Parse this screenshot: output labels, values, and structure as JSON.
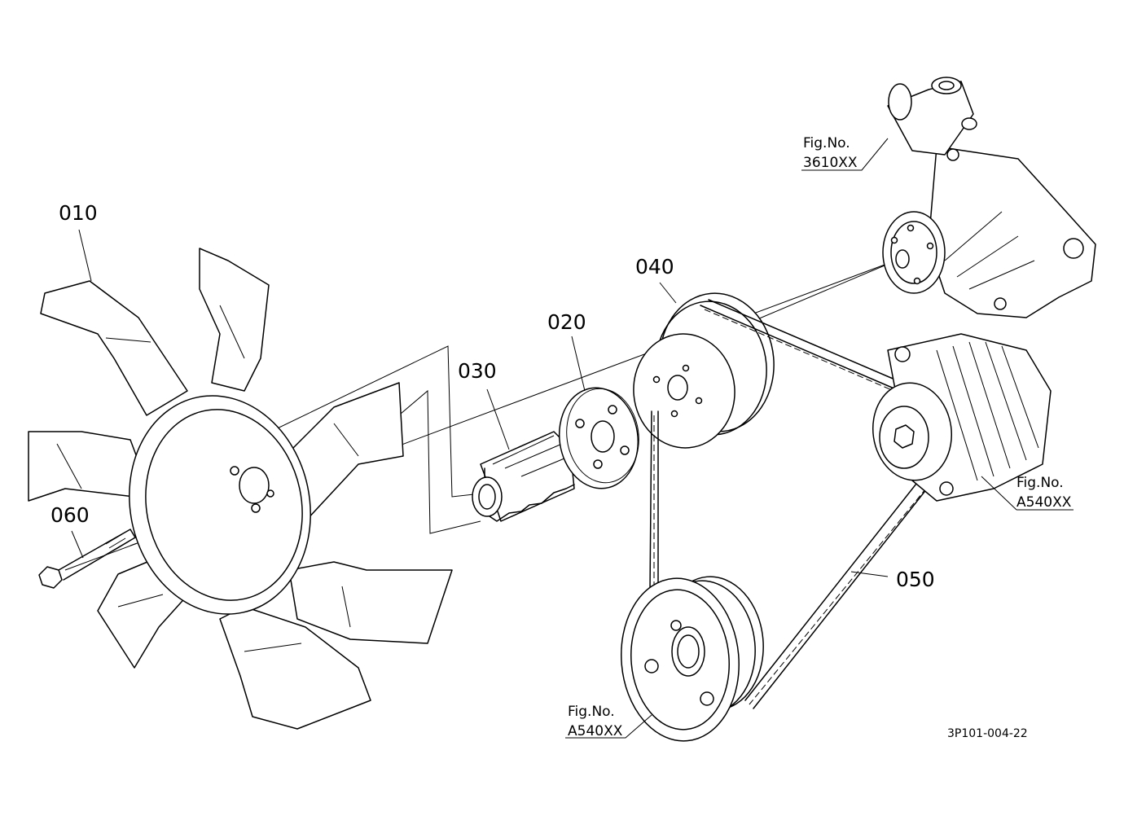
{
  "labels": {
    "p010": "010",
    "p020": "020",
    "p030": "030",
    "p040": "040",
    "p050": "050",
    "p060": "060"
  },
  "references": {
    "water_pump": {
      "title": "Fig.No.",
      "code": "3610XX"
    },
    "alternator": {
      "title": "Fig.No.",
      "code": "A540XX"
    },
    "crank_pulley": {
      "title": "Fig.No.",
      "code": "A540XX"
    }
  },
  "drawing_code": "3P101-004-22",
  "colors": {
    "line": "#000000",
    "background": "#ffffff"
  }
}
